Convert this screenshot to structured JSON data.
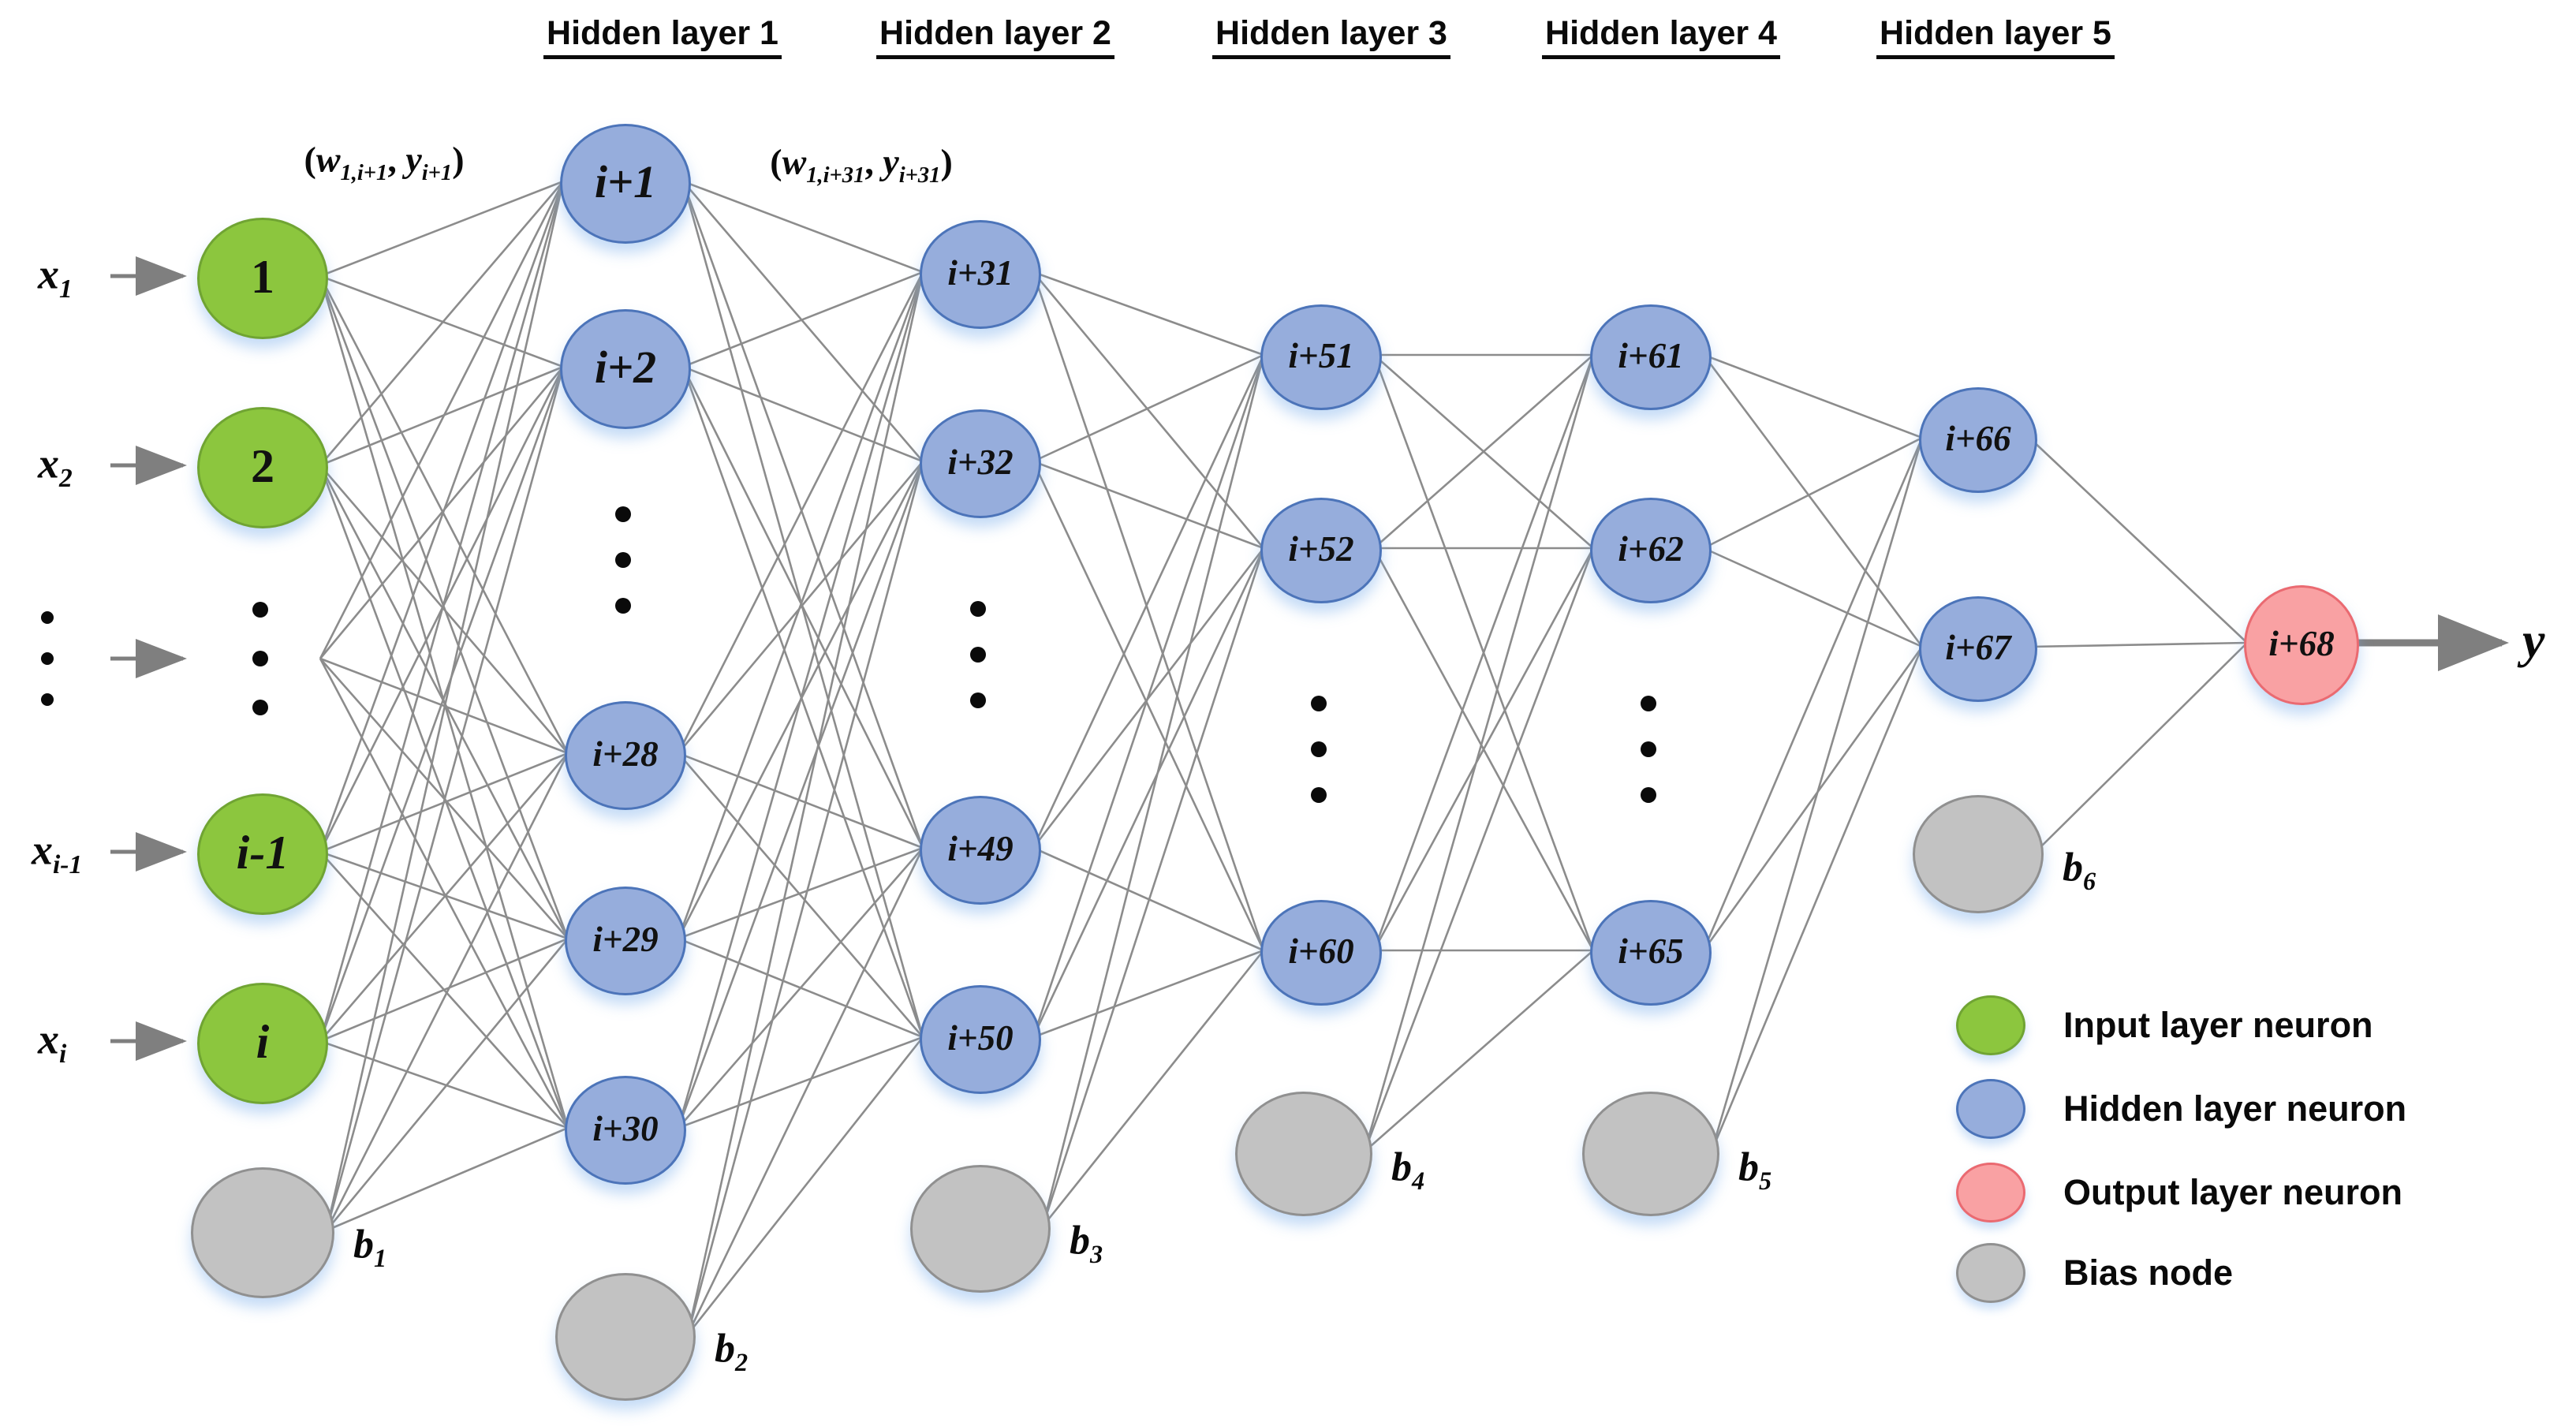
{
  "figure": {
    "layer_headers": [
      "Hidden layer 1",
      "Hidden layer 2",
      "Hidden layer 3",
      "Hidden layer 4",
      "Hidden layer 5"
    ],
    "weight_annotations": [
      {
        "open": "(",
        "w": "w",
        "w_sub": "1,i+1",
        "sep": ", ",
        "y": "y",
        "y_sub": "i+1",
        "close": ")"
      },
      {
        "open": "(",
        "w": "w",
        "w_sub": "1,i+31",
        "sep": ", ",
        "y": "y",
        "y_sub": "i+31",
        "close": ")"
      }
    ],
    "input_labels": [
      {
        "base": "x",
        "sub": "1"
      },
      {
        "base": "x",
        "sub": "2"
      },
      {
        "base": "x",
        "sub": "i-1"
      },
      {
        "base": "x",
        "sub": "i"
      }
    ],
    "output_label": "y",
    "nodes": [
      {
        "id": "in1",
        "label": "1",
        "type": "input",
        "italic": false,
        "size": "input"
      },
      {
        "id": "in2",
        "label": "2",
        "type": "input",
        "italic": false,
        "size": "input"
      },
      {
        "id": "inPrev",
        "label": "i-1",
        "type": "input",
        "italic": true,
        "size": "input"
      },
      {
        "id": "inLast",
        "label": "i",
        "type": "input",
        "italic": true,
        "size": "input"
      },
      {
        "id": "bias1",
        "label": "",
        "type": "bias",
        "italic": false,
        "size": "med"
      },
      {
        "id": "n1",
        "label": "i+1",
        "type": "hidden",
        "italic": true,
        "size": "large"
      },
      {
        "id": "n2",
        "label": "i+2",
        "type": "hidden",
        "italic": true,
        "size": "large"
      },
      {
        "id": "n28",
        "label": "i+28",
        "type": "hidden",
        "italic": true,
        "size": "med"
      },
      {
        "id": "n29",
        "label": "i+29",
        "type": "hidden",
        "italic": true,
        "size": "med"
      },
      {
        "id": "n30",
        "label": "i+30",
        "type": "hidden",
        "italic": true,
        "size": "med"
      },
      {
        "id": "bias2",
        "label": "",
        "type": "bias",
        "italic": false,
        "size": "med"
      },
      {
        "id": "n31",
        "label": "i+31",
        "type": "hidden",
        "italic": true,
        "size": "med"
      },
      {
        "id": "n32",
        "label": "i+32",
        "type": "hidden",
        "italic": true,
        "size": "med"
      },
      {
        "id": "n49",
        "label": "i+49",
        "type": "hidden",
        "italic": true,
        "size": "med"
      },
      {
        "id": "n50",
        "label": "i+50",
        "type": "hidden",
        "italic": true,
        "size": "med"
      },
      {
        "id": "bias3",
        "label": "",
        "type": "bias",
        "italic": false,
        "size": "med"
      },
      {
        "id": "n51",
        "label": "i+51",
        "type": "hidden",
        "italic": true,
        "size": "med"
      },
      {
        "id": "n52",
        "label": "i+52",
        "type": "hidden",
        "italic": true,
        "size": "med"
      },
      {
        "id": "n60",
        "label": "i+60",
        "type": "hidden",
        "italic": true,
        "size": "med"
      },
      {
        "id": "bias4",
        "label": "",
        "type": "bias",
        "italic": false,
        "size": "med"
      },
      {
        "id": "n61",
        "label": "i+61",
        "type": "hidden",
        "italic": true,
        "size": "med"
      },
      {
        "id": "n62",
        "label": "i+62",
        "type": "hidden",
        "italic": true,
        "size": "med"
      },
      {
        "id": "n65",
        "label": "i+65",
        "type": "hidden",
        "italic": true,
        "size": "med"
      },
      {
        "id": "bias5",
        "label": "",
        "type": "bias",
        "italic": false,
        "size": "med"
      },
      {
        "id": "n66",
        "label": "i+66",
        "type": "hidden",
        "italic": true,
        "size": "med"
      },
      {
        "id": "n67",
        "label": "i+67",
        "type": "hidden",
        "italic": true,
        "size": "med"
      },
      {
        "id": "bias6",
        "label": "",
        "type": "bias",
        "italic": false,
        "size": "med"
      },
      {
        "id": "n68",
        "label": "i+68",
        "type": "output",
        "italic": true,
        "size": "med"
      }
    ],
    "bias_labels": [
      {
        "base": "b",
        "sub": "1"
      },
      {
        "base": "b",
        "sub": "2"
      },
      {
        "base": "b",
        "sub": "3"
      },
      {
        "base": "b",
        "sub": "4"
      },
      {
        "base": "b",
        "sub": "5"
      },
      {
        "base": "b",
        "sub": "6"
      }
    ],
    "connections": [
      {
        "sources": [
          "in1",
          "in2",
          "inDots",
          "inPrev",
          "inLast",
          "bias1"
        ],
        "targets": [
          "n1",
          "n2",
          "n28",
          "n29",
          "n30"
        ]
      },
      {
        "sources": [
          "n1",
          "n2",
          "n28",
          "n29",
          "n30",
          "bias2"
        ],
        "targets": [
          "n31",
          "n32",
          "n49",
          "n50"
        ]
      },
      {
        "sources": [
          "n31",
          "n32",
          "n49",
          "n50",
          "bias3"
        ],
        "targets": [
          "n51",
          "n52",
          "n60"
        ]
      },
      {
        "sources": [
          "n51",
          "n52",
          "n60",
          "bias4"
        ],
        "targets": [
          "n61",
          "n62",
          "n65"
        ]
      },
      {
        "sources": [
          "n61",
          "n62",
          "n65",
          "bias5"
        ],
        "targets": [
          "n66",
          "n67"
        ]
      },
      {
        "sources": [
          "n66",
          "n67",
          "bias6"
        ],
        "targets": [
          "n68"
        ]
      }
    ],
    "legend": {
      "items": [
        {
          "label": "Input layer neuron",
          "color": "#8CC63E",
          "border": "#70A433"
        },
        {
          "label": "Hidden layer neuron",
          "color": "#96ADDC",
          "border": "#4C74B9"
        },
        {
          "label": "Output layer neuron",
          "color": "#F9A1A3",
          "border": "#EA6A71"
        },
        {
          "label": "Bias node",
          "color": "#C2C2C2",
          "border": "#909090"
        }
      ]
    },
    "colors": {
      "input": {
        "fill": "#8CC63E",
        "border": "#70A433"
      },
      "hidden": {
        "fill": "#96ADDC",
        "border": "#4C74B9"
      },
      "output": {
        "fill": "#F9A1A3",
        "border": "#EA6A71"
      },
      "bias": {
        "fill": "#C2C2C2",
        "border": "#909090"
      },
      "edge": "#8C8C8C",
      "arrow": "#7F7F7F"
    }
  }
}
